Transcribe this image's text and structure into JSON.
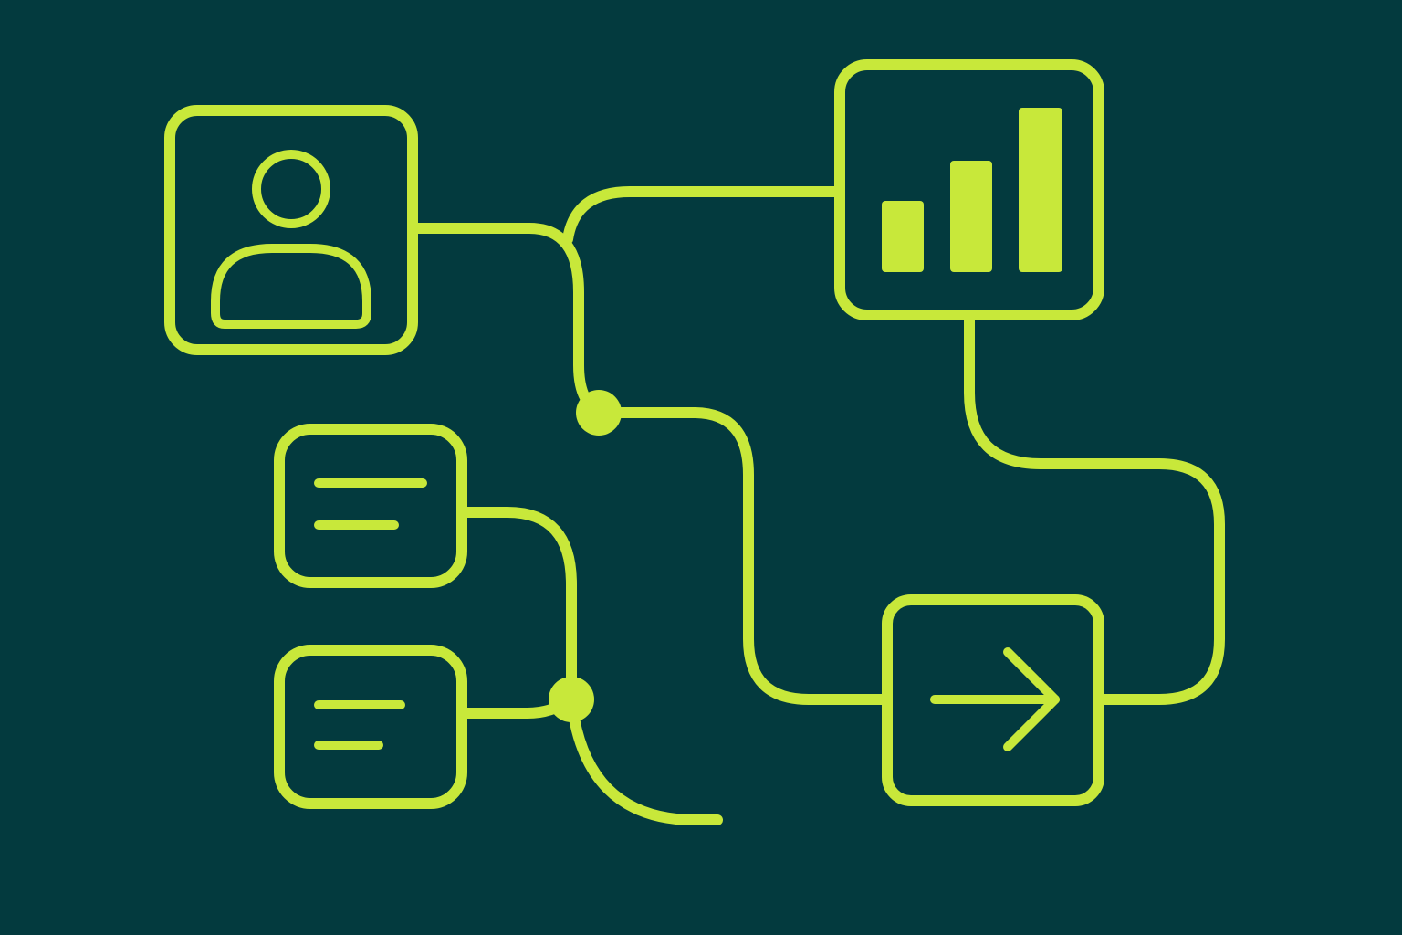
{
  "theme": {
    "background": "#033a3e",
    "accent": "#c8e83a"
  },
  "nodes": [
    {
      "id": "user",
      "icon": "user-icon"
    },
    {
      "id": "chart",
      "icon": "bar-chart-icon"
    },
    {
      "id": "doc-top",
      "icon": "text-lines-icon"
    },
    {
      "id": "doc-bottom",
      "icon": "text-lines-icon"
    },
    {
      "id": "output",
      "icon": "arrow-right-icon"
    }
  ],
  "junctions": [
    {
      "id": "junction-upper"
    },
    {
      "id": "junction-lower"
    }
  ],
  "edges": [
    {
      "from": "user",
      "to": "junction-upper"
    },
    {
      "from": "chart",
      "to": "junction-upper"
    },
    {
      "from": "junction-upper",
      "to": "output"
    },
    {
      "from": "chart",
      "to": "output"
    },
    {
      "from": "doc-top",
      "to": "junction-lower"
    },
    {
      "from": "doc-bottom",
      "to": "junction-lower"
    },
    {
      "from": "junction-lower",
      "to": "open-end"
    }
  ]
}
